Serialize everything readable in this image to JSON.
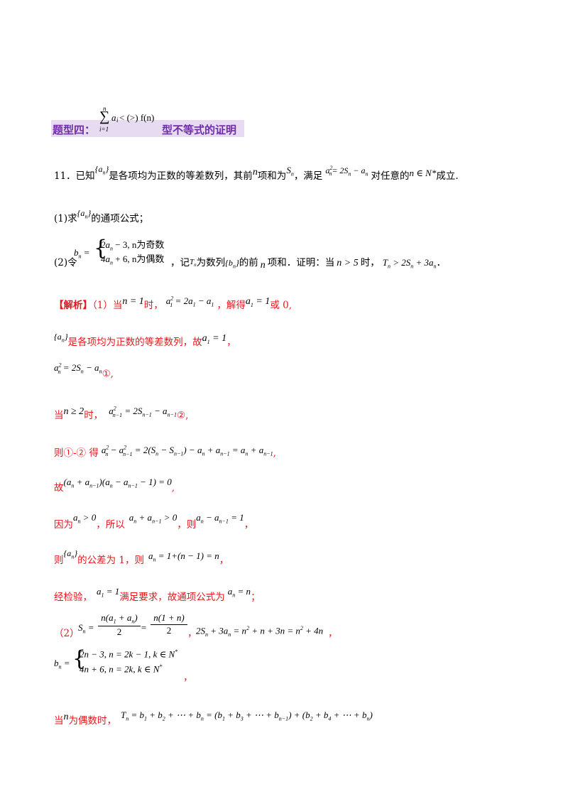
{
  "section": {
    "label_prefix": "题型四：",
    "sum_top": "n",
    "sum_sign": "∑",
    "sum_bottom": "i=1",
    "sum_body": "a",
    "sum_sub": "i",
    "sum_rest": " < (>) f(n)",
    "label_suffix": "型不等式的证明"
  },
  "problem": {
    "number": "11．已知",
    "an_set": "{a",
    "an_set_close": "}",
    "text1": "是各项均为正数的等差数列，其前",
    "n1": "n",
    "text2": "项和为",
    "sn": "S",
    "text3": "，满足",
    "cond": "a",
    "cond2": "= 2S",
    "cond3": " − a",
    "text4": "对任意的",
    "nin": "n ∈ N*",
    "text5": "成立."
  },
  "part1": {
    "prefix": "(1)求",
    "set": "{a",
    "suffix": "的通项公式；"
  },
  "part2": {
    "prefix": "(2)令",
    "bn": "b",
    "case1": "2a",
    "case1b": " − 3, n为奇数",
    "case2": "4a",
    "case2b": " + 6, n为偶数",
    "text1": "，记",
    "tn": "T",
    "text2": "为数列",
    "bset": "{b",
    "text3": "的前",
    "n": "n",
    "text4": "项和．证明：当",
    "cond": "n > 5",
    "text5": "时，",
    "ineq": "T",
    "ineq2": " > 2S",
    "ineq3": " + 3a",
    "end": "．"
  },
  "solution": {
    "tag": "【解析】",
    "s1_a": "（1）当",
    "s1_n1": "n = 1",
    "s1_b": "时，",
    "s1_eq": "a",
    "s1_eq2": " = 2a",
    "s1_eq3": " − a",
    "s1_c": "，解得",
    "s1_eq4": "a",
    "s1_eq5": " = 1",
    "s1_d": "或 0,",
    "s2_set": "{a",
    "s2_a": "是各项均为正数的等差数列，故",
    "s2_eq": "a",
    "s2_eq2": " = 1",
    "s2_b": "，",
    "s3_eq": "a",
    "s3_eq2": " = 2S",
    "s3_eq3": " − a",
    "s3_mark": "①",
    "s3_end": ",",
    "s4_a": "当",
    "s4_cond": "n ≥ 2",
    "s4_b": "时，",
    "s4_eq": "a",
    "s4_eq2": " = 2S",
    "s4_eq3": " − a",
    "s4_mark": "②",
    "s4_end": ",",
    "s5_a": "则①-② 得",
    "s5_eq": "a",
    "s5_eq2": " − a",
    "s5_eq3": " = 2(S",
    "s5_eq4": " − S",
    "s5_eq5": ") − a",
    "s5_eq6": " + a",
    "s5_eq7": " = a",
    "s5_eq8": " + a",
    "s5_end": ",",
    "s6_a": "故",
    "s6_eq": "(a",
    "s6_eq2": " + a",
    "s6_eq3": ")(a",
    "s6_eq4": " − a",
    "s6_eq5": " − 1) = 0",
    "s6_end": ",",
    "s7_a": "因为",
    "s7_eq1": "a",
    "s7_eq1b": " > 0",
    "s7_b": "，所以",
    "s7_eq2": "a",
    "s7_eq2b": " + a",
    "s7_eq2c": " > 0",
    "s7_c": "，则",
    "s7_eq3": "a",
    "s7_eq3b": " − a",
    "s7_eq3c": " = 1",
    "s7_end": "，",
    "s8_a": "则",
    "s8_set": "{a",
    "s8_b": "的公差为 1，则",
    "s8_eq": "a",
    "s8_eq2": " = 1+(n − 1) = n",
    "s8_end": "，",
    "s9_a": "经检验，",
    "s9_eq": "a",
    "s9_eq2": " = 1",
    "s9_b": "满足要求，故通项公式为",
    "s9_eq3": "a",
    "s9_eq4": " = n",
    "s9_end": "；",
    "s10_a": "（2）",
    "s10_sn": "S",
    "s10_eq": " = ",
    "s10_f1n": "n(a",
    "s10_f1n2": " + a",
    "s10_f1n3": ")",
    "s10_f1d": "2",
    "s10_eq2": " = ",
    "s10_f2n": "n(1 + n)",
    "s10_f2d": "2",
    "s10_b": "，",
    "s10_eq3": "2S",
    "s10_eq3b": " + 3a",
    "s10_eq3c": " = n",
    "s10_eq3d": " + n + 3n = n",
    "s10_eq3e": " + 4n",
    "s10_end": "，",
    "s11_bn": "b",
    "s11_c1": "2n − 3, n = 2k − 1, k ∈ N",
    "s11_c2": "4n + 6, n = 2k, k ∈ N",
    "s11_star": "*",
    "s11_end": "，",
    "s12_a": "当",
    "s12_n": "n",
    "s12_b": "为偶数时，",
    "s12_eq": "T",
    "s12_eq2": " = b",
    "s12_eq3": " + b",
    "s12_eq4": " + ⋯ + b",
    "s12_eq5": " = (b",
    "s12_eq6": " + b",
    "s12_eq7": " + ⋯ + b",
    "s12_eq8": ") + (b",
    "s12_eq9": " + b",
    "s12_eq10": " + ⋯ + b",
    "s12_eq11": ")",
    "sub_1": "1",
    "sub_2": "2",
    "sub_3": "3",
    "sub_4": "4",
    "sub_n": "n",
    "sub_n1": "n−1",
    "sup_2": "2"
  },
  "colors": {
    "red": "#e8161c",
    "banner_bg": "#e7dbf1",
    "banner_text": "#6f2da8"
  }
}
